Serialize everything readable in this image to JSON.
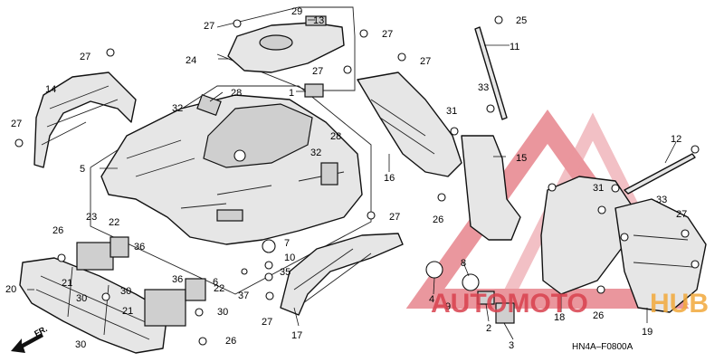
{
  "diagram_code": "HN4A–F0800A",
  "direction_label": "FR.",
  "watermark": {
    "text_part1": "AUTOMOTO",
    "text_part2": "HUB",
    "color_primary": "#d9414e",
    "color_secondary": "#f2a93b"
  },
  "callouts": [
    "1",
    "2",
    "3",
    "4",
    "5",
    "6",
    "7",
    "8",
    "9",
    "10",
    "11",
    "12",
    "13",
    "14",
    "15",
    "16",
    "17",
    "18",
    "19",
    "20",
    "21",
    "21",
    "22",
    "22",
    "23",
    "24",
    "25",
    "26",
    "26",
    "26",
    "26",
    "27",
    "27",
    "27",
    "27",
    "27",
    "27",
    "27",
    "27",
    "27",
    "28",
    "28",
    "29",
    "30",
    "30",
    "30",
    "30",
    "31",
    "31",
    "32",
    "32",
    "33",
    "33",
    "35",
    "36",
    "36",
    "37"
  ]
}
